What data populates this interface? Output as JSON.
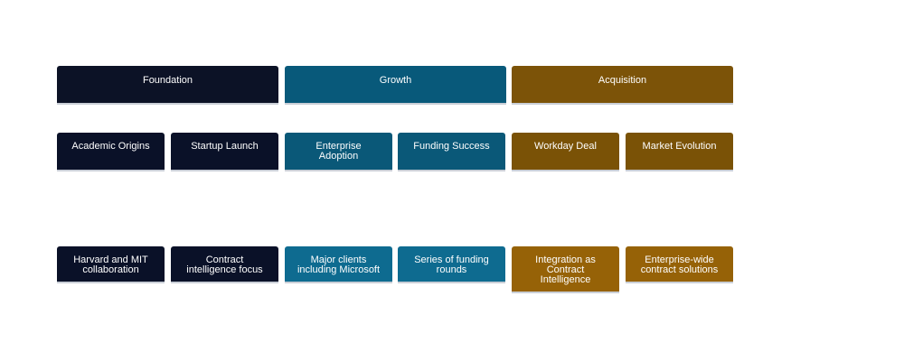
{
  "phases": [
    {
      "title": "Foundation",
      "children": [
        {
          "title": "Academic Origins",
          "detail": "Harvard and MIT collaboration"
        },
        {
          "title": "Startup Launch",
          "detail": "Contract intelligence focus"
        }
      ]
    },
    {
      "title": "Growth",
      "children": [
        {
          "title": "Enterprise Adoption",
          "detail": "Major clients including Microsoft"
        },
        {
          "title": "Funding Success",
          "detail": "Series of funding rounds"
        }
      ]
    },
    {
      "title": "Acquisition",
      "children": [
        {
          "title": "Workday Deal",
          "detail": "Integration as Contract Intelligence"
        },
        {
          "title": "Market Evolution",
          "detail": "Enterprise-wide contract solutions"
        }
      ]
    }
  ],
  "colors": {
    "foundation": "#0c1226",
    "growth": "#08597a",
    "acquisition": "#7c5308"
  }
}
